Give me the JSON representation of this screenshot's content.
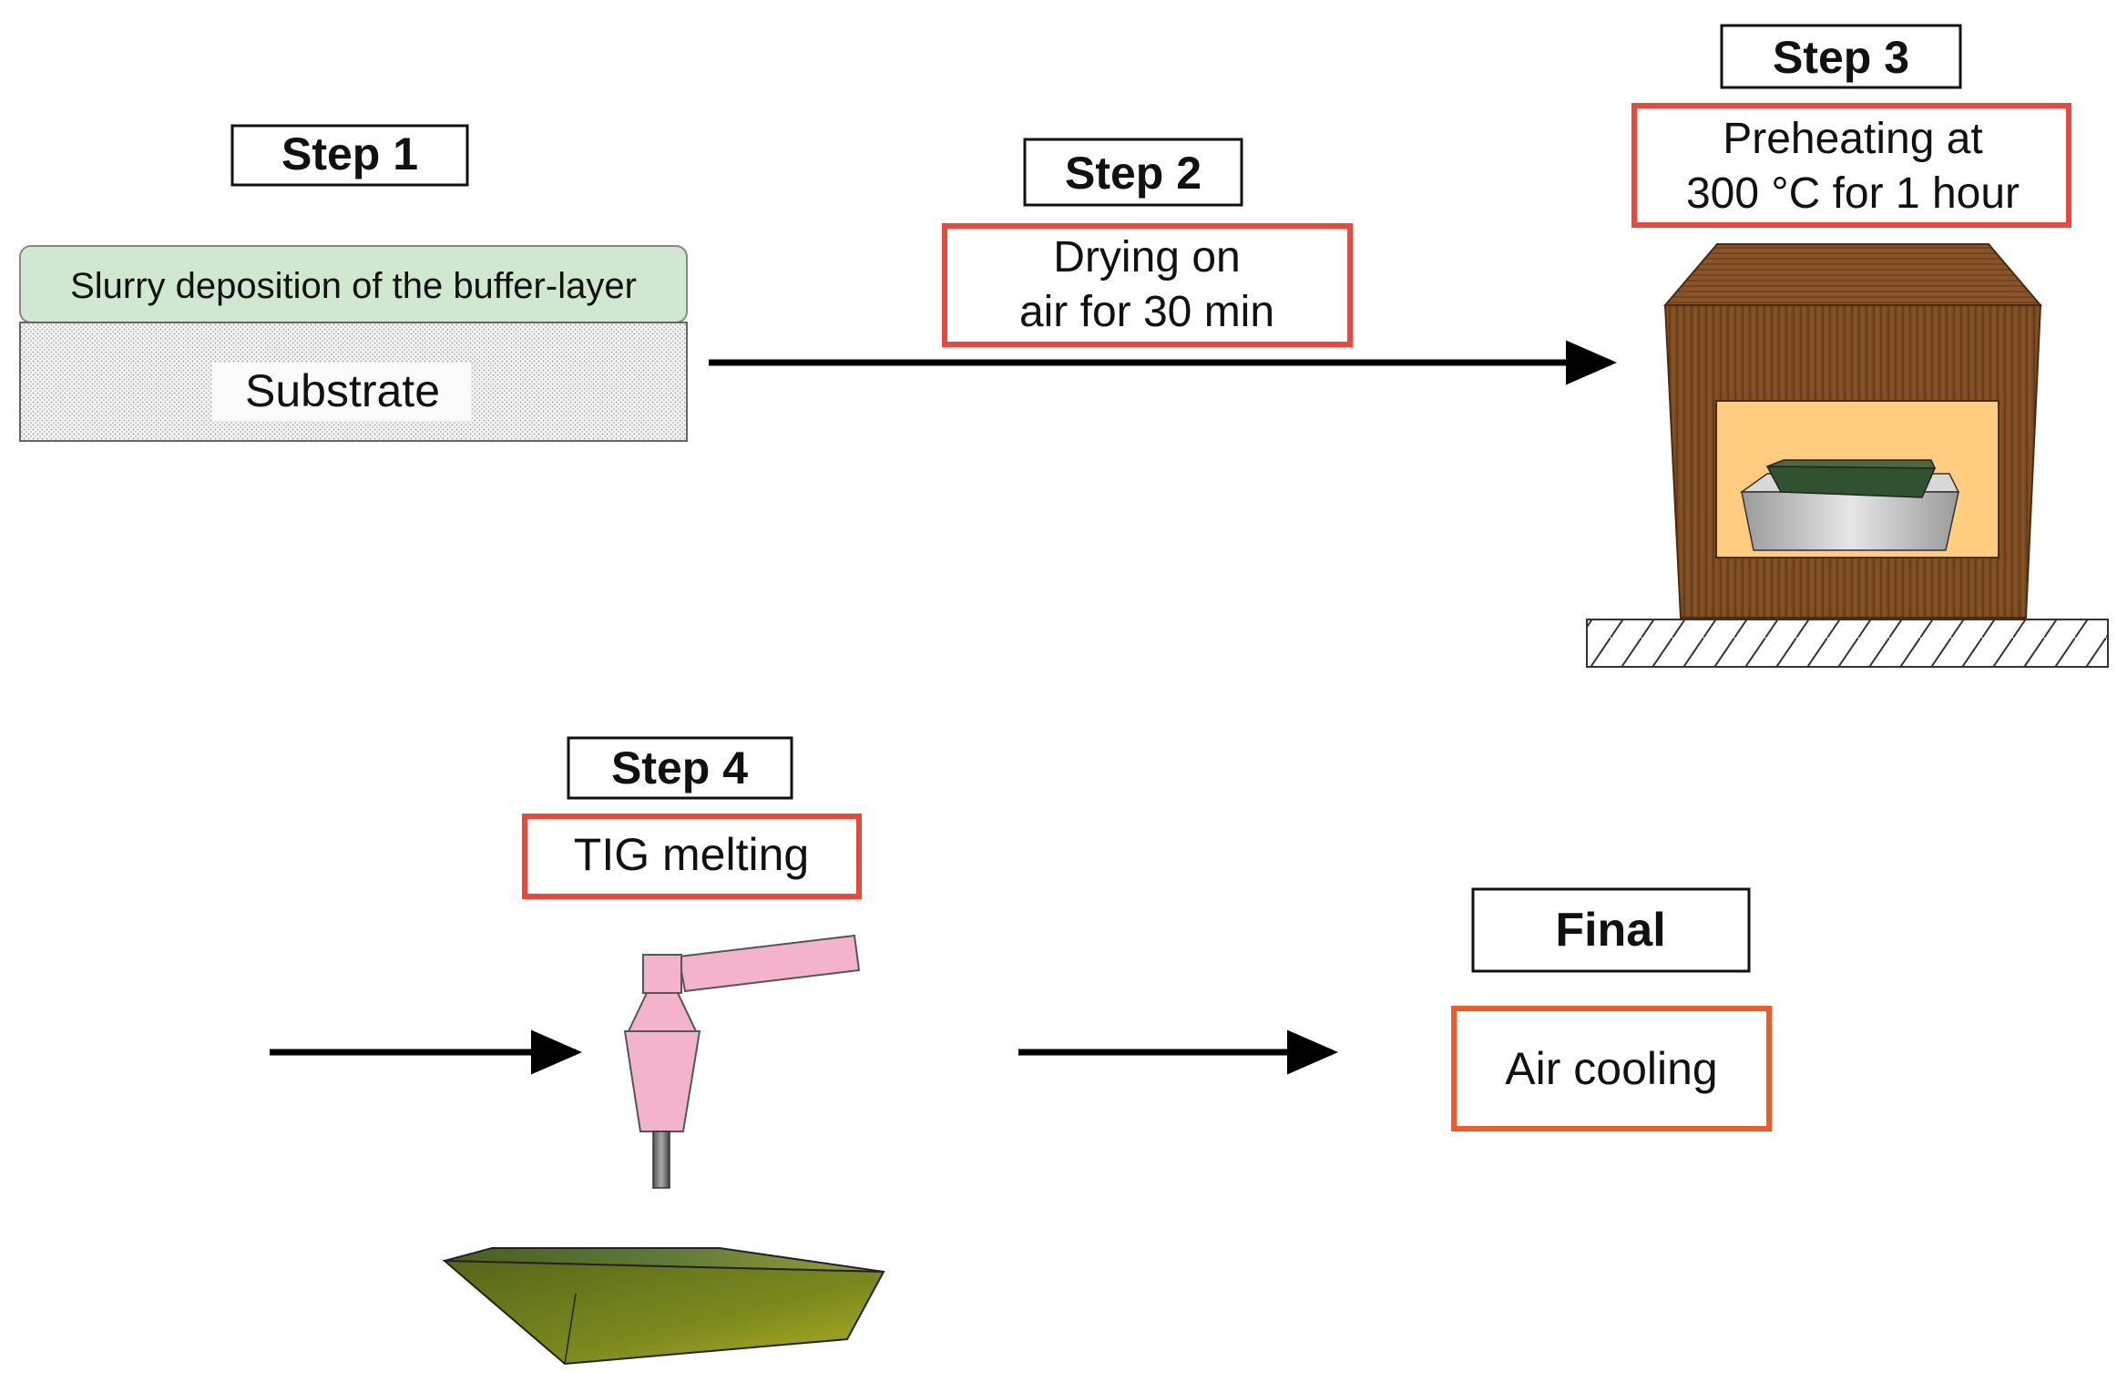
{
  "step1": {
    "label": "Step 1",
    "layer": "Slurry deposition of the buffer-layer",
    "substrate": "Substrate"
  },
  "step2": {
    "label": "Step 2",
    "desc_line1": "Drying on",
    "desc_line2": "air for 30 min"
  },
  "step3": {
    "label": "Step 3",
    "desc_line1": "Preheating at",
    "desc_line2": "300 °C for 1 hour"
  },
  "step4": {
    "label": "Step 4",
    "desc": "TIG melting"
  },
  "final": {
    "label": "Final",
    "desc": "Air cooling"
  },
  "colors": {
    "red_border": "#e8493c",
    "orange_border": "#f25a28",
    "layer_fill": "#cfe8cf",
    "oven_wood": "#7a4a22",
    "oven_window": "#ffcc80",
    "torch_pink": "#f4b3cc",
    "block_green": "#6b7a1a"
  }
}
